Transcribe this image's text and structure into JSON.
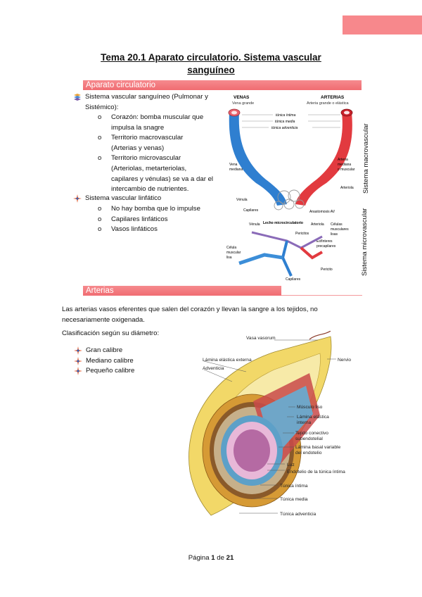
{
  "title_line1": "Tema 20.1 Aparato circulatorio. Sistema vascular",
  "title_line2": "sanguíneo",
  "section1": {
    "heading": "Aparato circulatorio",
    "item1_line1": "Sistema vascular sanguíneo (Pulmonar y",
    "item1_line2": "Sistémico):",
    "subs1": [
      {
        "lines": [
          "Corazón: bomba muscular que",
          "impulsa la snagre"
        ]
      },
      {
        "lines": [
          "Territorio macrovascular",
          "(Arterias y venas)"
        ]
      },
      {
        "lines": [
          "Territorio microvascular",
          "(Arteriolas, metarteriolas,",
          "capilares y vénulas) se va a dar el",
          "intercambio de nutrientes."
        ]
      }
    ],
    "item2": "Sistema vascular linfático",
    "subs2": [
      "No hay bomba que lo impulse",
      "Capilares linfáticos",
      "Vasos linfáticos"
    ],
    "sub_marker": "o"
  },
  "figure1": {
    "venas_title": "VENAS",
    "venas_sub": "Vena grande",
    "arterias_title": "ARTERIAS",
    "arterias_sub": "Arteria grande o elástica",
    "tunica_intima": "túnica íntima",
    "tunica_media": "túnica media",
    "tunica_adventicia": "túnica adventicia",
    "vena_mediana_1": "Vena",
    "vena_mediana_2": "mediana",
    "venula": "Vénula",
    "arteria_mediana_1": "Arteria",
    "arteria_mediana_2": "mediana",
    "arteria_mediana_3": "o muscular",
    "arteriola": "Arteriola",
    "capilares": "Capilares",
    "anastomosis": "Anastomosis AV",
    "lecho": "Lecho microcirculatorio",
    "venula2": "Vénula",
    "arteriola2": "Arteriola",
    "celulas_musc_1": "Células",
    "celulas_musc_2": "musculares",
    "celulas_musc_3": "lisas",
    "pericitos": "Pericitos",
    "esfinteres_1": "Esfínteres",
    "esfinteres_2": "precapilares",
    "celula_musc_1": "Célula",
    "celula_musc_2": "muscular",
    "celula_musc_3": "lisa",
    "pericito": "Pericito",
    "capilares2": "Capilares",
    "side_macro": "Sistema macrovascular",
    "side_micro": "Sistema microvascular"
  },
  "section2": {
    "heading": "Arterias",
    "para1_line1": "Las arterias vasos eferentes que salen del corazón y llevan la sangre a los tejidos, no",
    "para1_line2": "necesariamente oxigenada.",
    "para2": "Clasificación según su diámetro:",
    "items": [
      "Gran calibre",
      "Mediano calibre",
      "Pequeño calibre"
    ]
  },
  "figure2": {
    "labels": [
      "Vasa vasorum",
      "Lámina elástica externa",
      "Adventicia",
      "Nervio",
      "Músculo liso",
      "Lámina elástica",
      "interna",
      "Tejido conectivo",
      "subendotelial",
      "Lámina basal variable",
      "del endotelio",
      "Luz",
      "Endotelio de la túnica íntima",
      "Túnica íntima",
      "Túnica media",
      "Túnica adventicia"
    ]
  },
  "footer": {
    "prefix": "Página ",
    "page": "1",
    "mid": " de ",
    "total": "21"
  },
  "colors": {
    "accent": "#f06d72",
    "tab": "#f7888c",
    "vein": "#2f7fd0",
    "artery": "#e23a3f",
    "adventitia": "#f2d868"
  }
}
